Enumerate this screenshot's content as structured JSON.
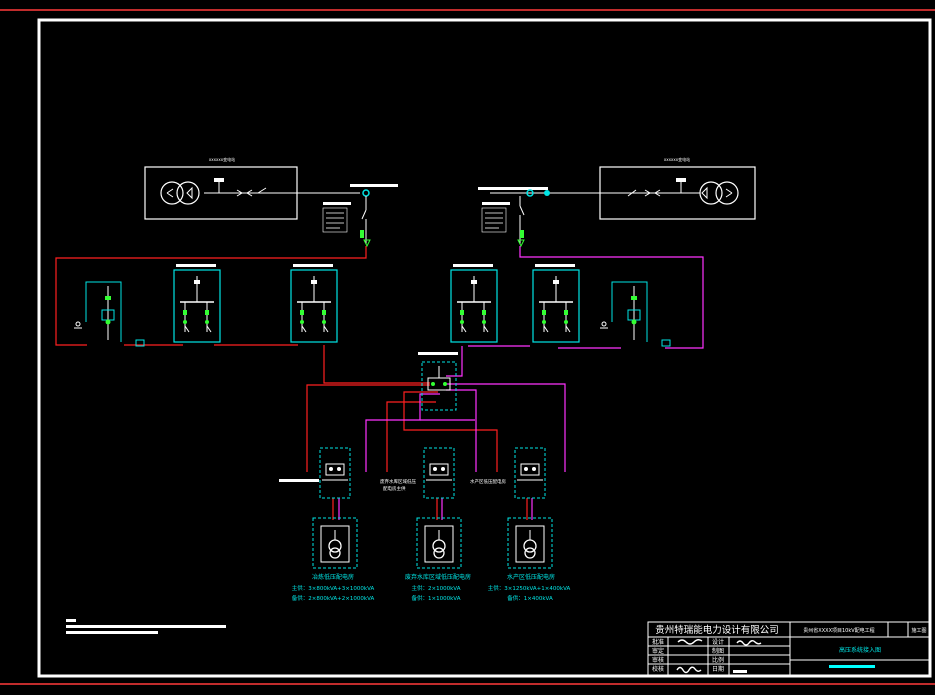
{
  "colors": {
    "background": "#000000",
    "frame": "#ffffff",
    "outer_frame": "#ff3b3b",
    "feeder_a": "#ff2020",
    "feeder_b": "#ff33ff",
    "equipment": "#00e5e5",
    "device_green": "#33ff33",
    "text_white": "#ffffff",
    "text_cyan": "#00e5e5",
    "accent_bar": "#00ffff"
  },
  "left_source": {
    "label": "xxxxxx变电站"
  },
  "right_source": {
    "label": "xxxxxx变电站"
  },
  "substations": [
    {
      "name": "冶炼低压配电房",
      "main": "主供：3×800kVA+3×1000kVA",
      "backup": "备供：2×800kVA+2×1000kVA"
    },
    {
      "name": "废弃水库区域低压配电房",
      "main": "主供：2×1000kVA",
      "backup": "备供：1×1000kVA"
    },
    {
      "name": "水产区低压配电房",
      "main": "主供：3×1250kVA+1×400kVA",
      "backup": "备供：1×400kVA"
    }
  ],
  "feeder_notes": [
    "废弃水库区域低压",
    "配电房主供",
    "水产区低压配电房"
  ],
  "title_block": {
    "company": "贵州特瑞能电力设计有限公司",
    "project": "贵州省XXXX项目10kV配电工程",
    "drawing_title": "高压系统接入图",
    "stage_label": "施工图",
    "row_labels": [
      "批准",
      "审定",
      "审核",
      "校核"
    ],
    "col_labels": [
      "设计",
      "制图",
      "比例",
      "日期"
    ],
    "row_values": [
      "",
      "",
      "",
      ""
    ],
    "col_values": [
      "",
      "",
      "",
      ""
    ]
  }
}
